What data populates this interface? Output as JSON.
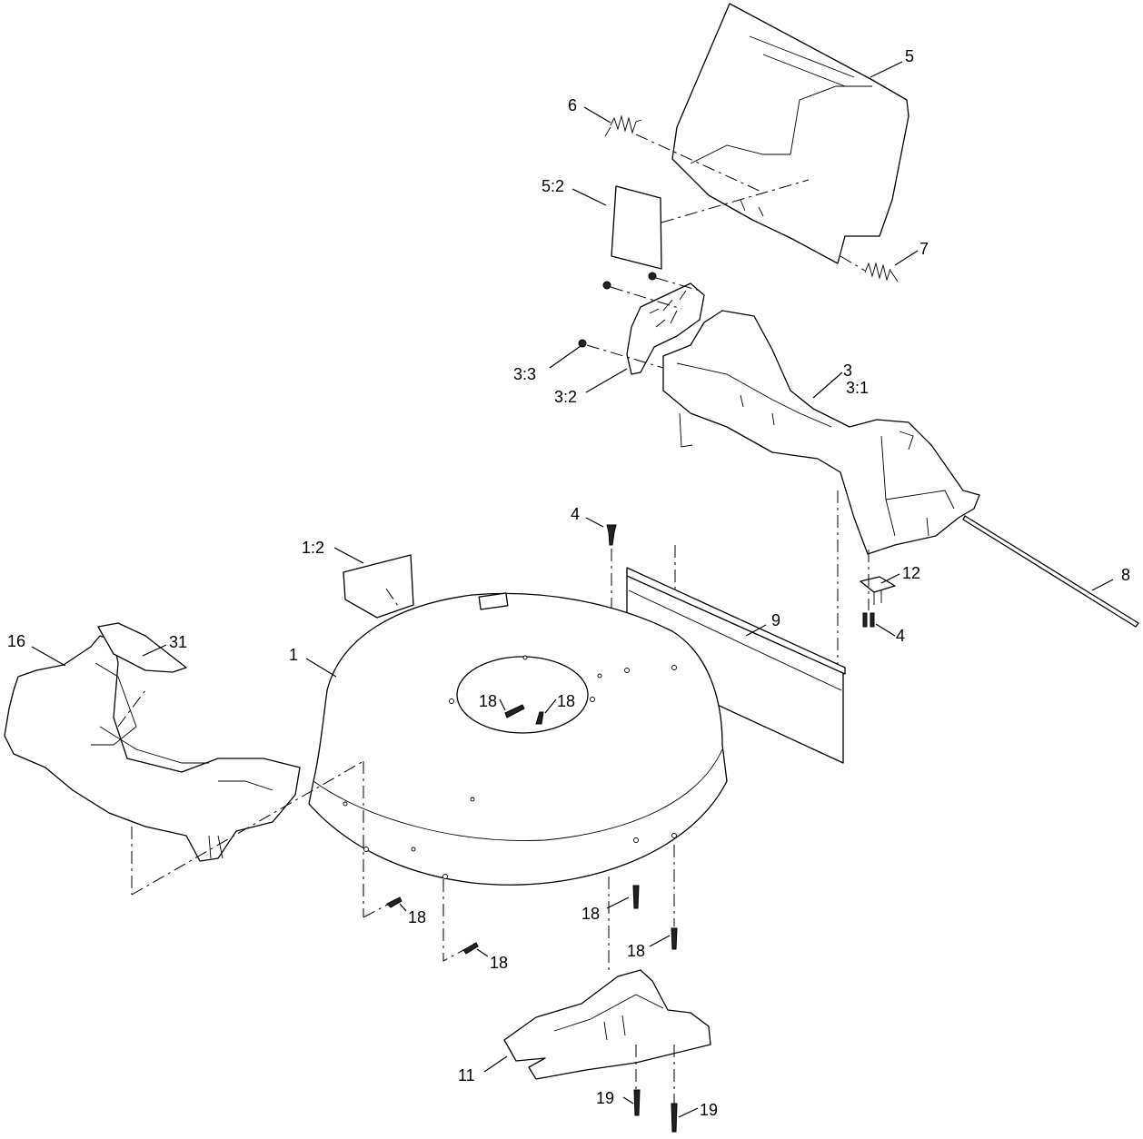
{
  "callouts": {
    "c5": "5",
    "c6": "6",
    "c5_2": "5:2",
    "c7": "7",
    "c3_3": "3:3",
    "c3_2": "3:2",
    "c3": "3",
    "c3_1": "3:1",
    "c4_top": "4",
    "c1_2": "1:2",
    "c12": "12",
    "c8": "8",
    "c16": "16",
    "c31": "31",
    "c4_bottom": "4",
    "c9": "9",
    "c1": "1",
    "c18_a": "18",
    "c18_b": "18",
    "c18_c": "18",
    "c18_d": "18",
    "c18_e": "18",
    "c18_f": "18",
    "c11": "11",
    "c19_a": "19",
    "c19_b": "19"
  }
}
